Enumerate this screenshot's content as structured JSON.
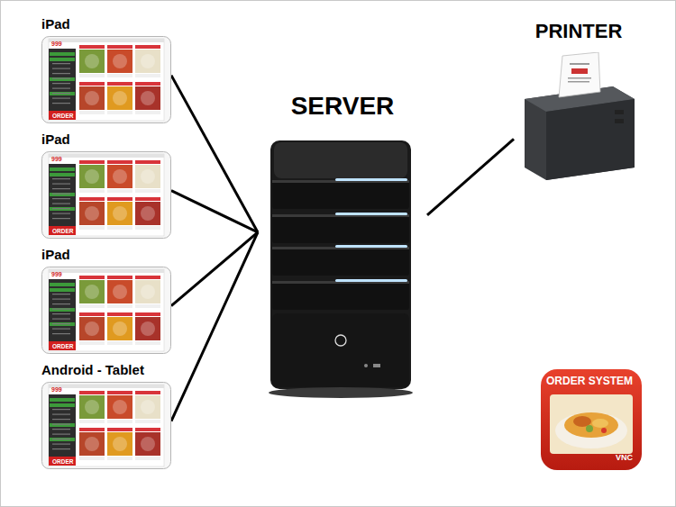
{
  "diagram": {
    "nodes": [
      {
        "text": [
          "iPad",
          "999",
          "ORDER"
        ]
      },
      {
        "text": [
          "iPad",
          "999",
          "ORDER"
        ]
      },
      {
        "text": [
          "iPad",
          "999",
          "ORDER"
        ]
      },
      {
        "text": [
          "Android - Tablet",
          "999",
          "ORDER"
        ]
      },
      {
        "text": [
          "SERVER"
        ]
      },
      {
        "text": [
          "PRINTER"
        ]
      }
    ],
    "edges": [
      {
        "from": 0,
        "to": 4,
        "arrow": "none"
      },
      {
        "from": 1,
        "to": 4,
        "arrow": "none"
      },
      {
        "from": 2,
        "to": 4,
        "arrow": "none"
      },
      {
        "from": 3,
        "to": 4,
        "arrow": "none"
      },
      {
        "from": 4,
        "to": 5,
        "arrow": "none"
      }
    ],
    "labels": [
      "ORDER SYSTEM",
      "VNC"
    ]
  }
}
